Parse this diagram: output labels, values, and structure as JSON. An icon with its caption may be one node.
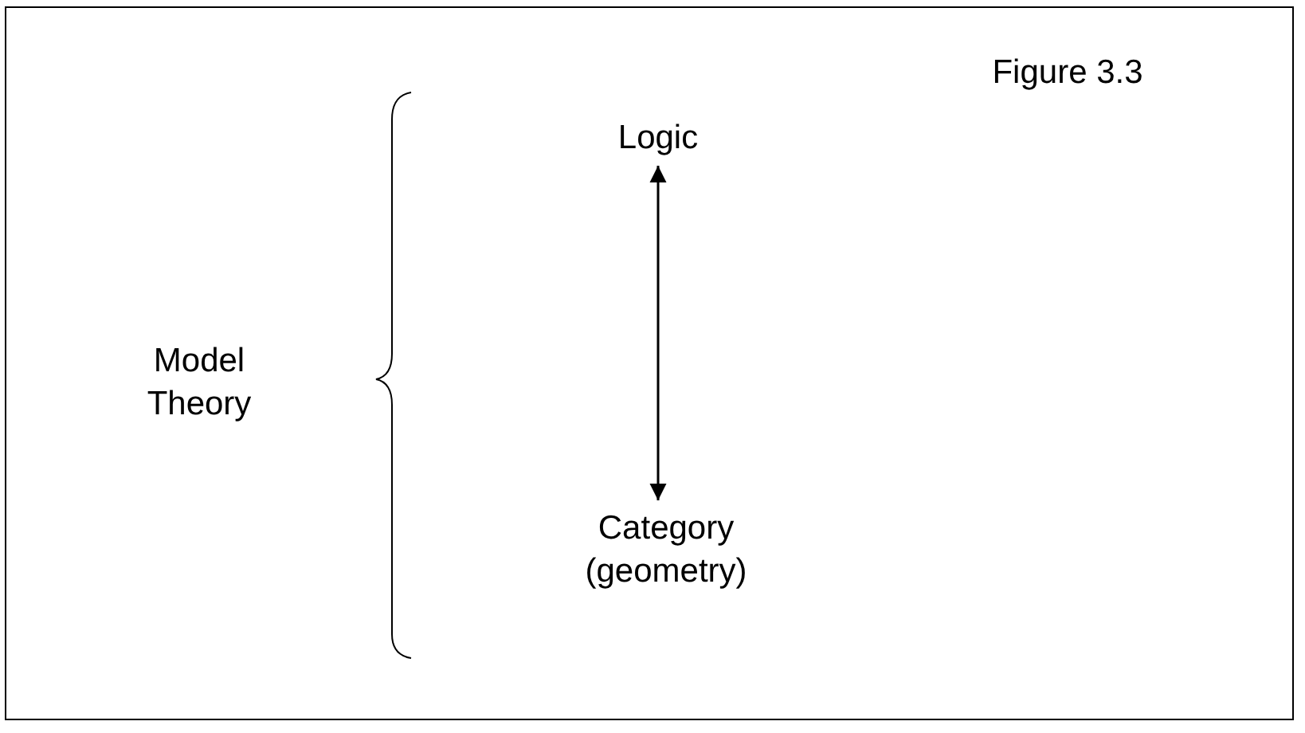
{
  "diagram": {
    "nodes": [
      {
        "text": [
          "Logic"
        ]
      },
      {
        "text": [
          "Category (geometry)"
        ]
      }
    ],
    "edges": [
      {
        "from": 0,
        "to": 1,
        "arrow": "both"
      }
    ],
    "labels": [
      "Figure 3.3",
      "Model Theory"
    ]
  }
}
